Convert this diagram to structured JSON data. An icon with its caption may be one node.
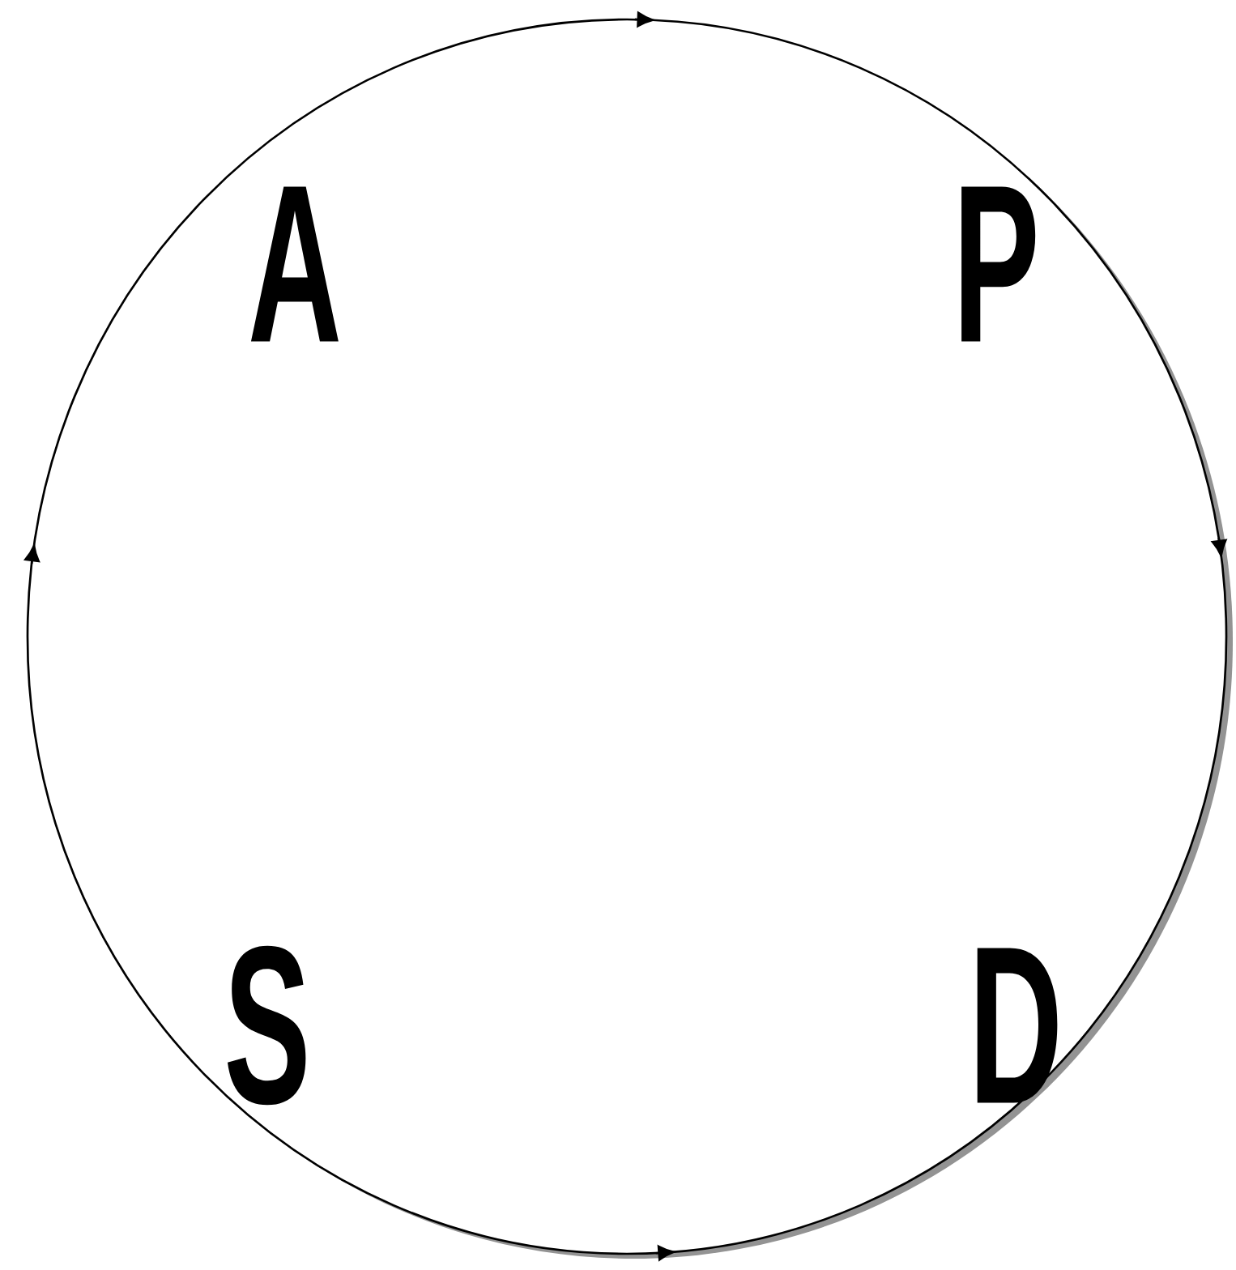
{
  "diagram": {
    "labels": [
      "A",
      "P",
      "S",
      "D"
    ]
  }
}
